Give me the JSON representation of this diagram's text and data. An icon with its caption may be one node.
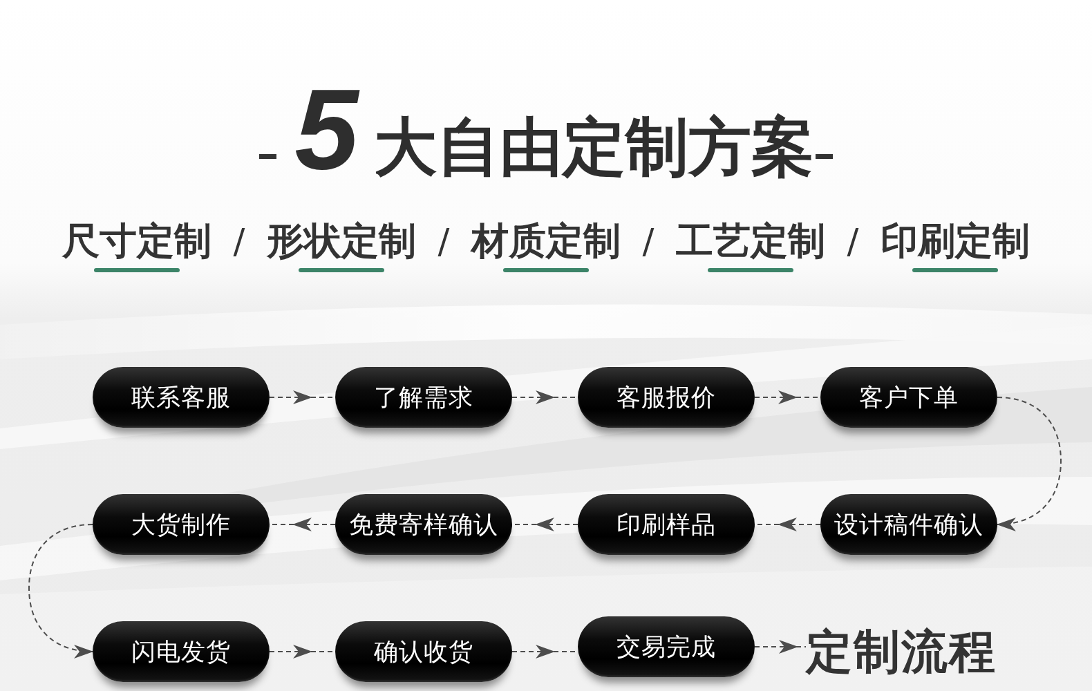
{
  "diagram": {
    "title": "5大自由定制方案",
    "nodes": [
      {
        "text": [
          "联系客服"
        ]
      },
      {
        "text": [
          "了解需求"
        ]
      },
      {
        "text": [
          "客服报价"
        ]
      },
      {
        "text": [
          "客户下单"
        ]
      },
      {
        "text": [
          "大货制作"
        ]
      },
      {
        "text": [
          "免费寄样确认"
        ]
      },
      {
        "text": [
          "印刷样品"
        ]
      },
      {
        "text": [
          "设计稿件确认"
        ]
      },
      {
        "text": [
          "闪电发货"
        ]
      },
      {
        "text": [
          "确认收货"
        ]
      },
      {
        "text": [
          "交易完成"
        ]
      },
      {
        "text": [
          "定制流程"
        ]
      }
    ],
    "edges": [
      {
        "from": 0,
        "to": 1,
        "arrow": "to",
        "style": "dashed"
      },
      {
        "from": 1,
        "to": 2,
        "arrow": "to",
        "style": "dashed"
      },
      {
        "from": 2,
        "to": 3,
        "arrow": "to",
        "style": "dashed"
      },
      {
        "from": 3,
        "to": 7,
        "arrow": "to",
        "style": "dashed"
      },
      {
        "from": 7,
        "to": 6,
        "arrow": "to",
        "style": "dashed"
      },
      {
        "from": 6,
        "to": 5,
        "arrow": "to",
        "style": "dashed"
      },
      {
        "from": 5,
        "to": 4,
        "arrow": "to",
        "style": "dashed"
      },
      {
        "from": 4,
        "to": 8,
        "arrow": "to",
        "style": "dashed"
      },
      {
        "from": 8,
        "to": 9,
        "arrow": "to",
        "style": "dashed"
      },
      {
        "from": 9,
        "to": 10,
        "arrow": "to",
        "style": "dashed"
      },
      {
        "from": 10,
        "to": 11,
        "arrow": "to",
        "style": "dashed"
      }
    ],
    "labels": [
      "尺寸定制",
      "/",
      "形状定制",
      "/",
      "材质定制",
      "/",
      "工艺定制",
      "/",
      "印刷定制"
    ]
  }
}
